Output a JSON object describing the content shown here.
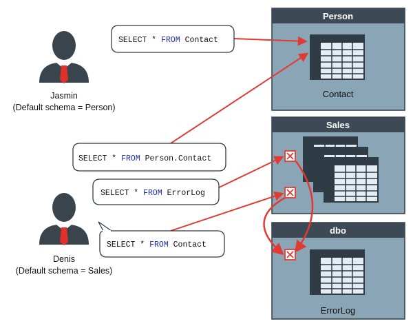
{
  "colors": {
    "schema_fill": "#8aa6b6",
    "schema_header": "#3d4a55",
    "table_dark": "#2f3b45",
    "table_light": "#e4edf3",
    "arrow": "#e03b32",
    "person_body": "#3a444d",
    "tie": "#e0302a",
    "keyword": "#1c2fa8"
  },
  "users": [
    {
      "name": "Jasmin",
      "schema_note": "(Default schema = Person)",
      "icon": "user-icon"
    },
    {
      "name": "Denis",
      "schema_note": "(Default schema = Sales)",
      "icon": "user-icon"
    }
  ],
  "queries": [
    {
      "prefix": "SELECT * ",
      "keyword": "FROM",
      "object": " Contact"
    },
    {
      "prefix": "SELECT * ",
      "keyword": "FROM",
      "object": " Person.Contact"
    },
    {
      "prefix": "SELECT * ",
      "keyword": "FROM",
      "object": " ErrorLog"
    },
    {
      "prefix": "SELECT * ",
      "keyword": "FROM",
      "object": " Contact"
    }
  ],
  "schemas": [
    {
      "name": "Person",
      "table_label": "Contact"
    },
    {
      "name": "Sales",
      "table_label": ""
    },
    {
      "name": "dbo",
      "table_label": "ErrorLog"
    }
  ],
  "failed_lookup_icon": "x-box-icon"
}
